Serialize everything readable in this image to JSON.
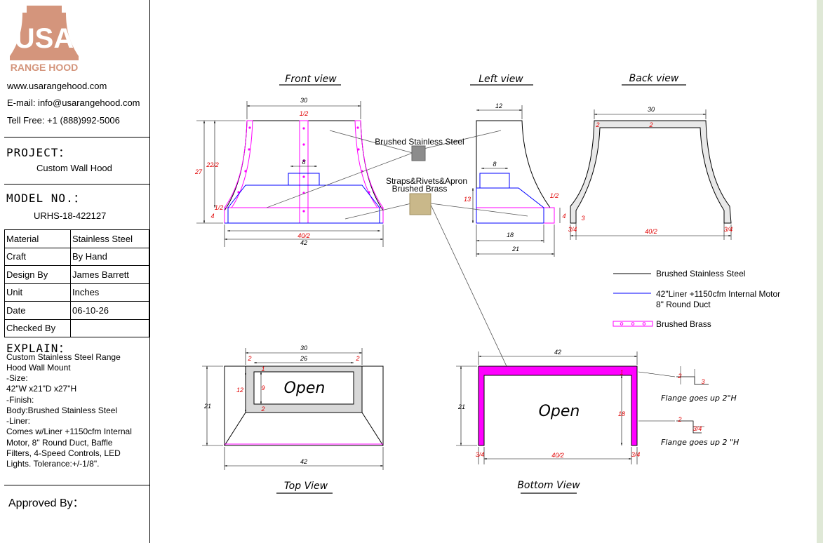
{
  "brand": {
    "logo_text": "USA",
    "logo_subtitle": "RANGE HOOD",
    "website": "www.usarangehood.com",
    "email": "E-mail: info@usarangehood.com",
    "phone": "Tell Free: +1 (888)992-5006",
    "colors": {
      "logo": "#d4957c",
      "magenta": "#ff00ff",
      "blue": "#0000ff",
      "red": "#e00000"
    }
  },
  "project": {
    "label": "PROJECT：",
    "value": "Custom Wall Hood"
  },
  "model": {
    "label": "MODEL NO.：",
    "value": "URHS-18-422127"
  },
  "properties": [
    {
      "label": "Material",
      "value": "Stainless Steel"
    },
    {
      "label": "Craft",
      "value": "By Hand"
    },
    {
      "label": "Design By",
      "value": "James Barrett"
    },
    {
      "label": "Unit",
      "value": "Inches"
    },
    {
      "label": "Date",
      "value": "06-10-26"
    },
    {
      "label": "Checked By",
      "value": ""
    }
  ],
  "explain": {
    "label": "EXPLAIN：",
    "lines": [
      "Custom Stainless Steel Range",
      "Hood Wall Mount",
      "-Size:",
      "42\"W x21\"D x27\"H",
      "-Finish:",
      "Body:Brushed Stainless Steel",
      "-Liner:",
      "Comes w/Liner +1150cfm Internal",
      "Motor, 8\" Round Duct, Baffle",
      "Filters, 4-Speed Controls, LED",
      "Lights. Tolerance:+/-1/8\"."
    ]
  },
  "approved": "Approved By：",
  "views": {
    "front": "Front view",
    "left": "Left view",
    "back": "Back view",
    "top": "Top View",
    "bottom": "Bottom View"
  },
  "callouts": {
    "steel": "Brushed Stainless Steel",
    "brass_line1": "Straps&Rivets&Apron",
    "brass_line2": "Brushed Brass",
    "open": "Open"
  },
  "legend": {
    "steel": "Brushed Stainless Steel",
    "liner_line1": "42\"Liner +1150cfm Internal Motor",
    "liner_line2": "8\" Round Duct",
    "brass": "Brushed Brass"
  },
  "flange": {
    "note1": "Flange goes up 2\"H",
    "note2": "Flange goes up 2 \"H"
  },
  "dims": {
    "d30": "30",
    "d12": "12",
    "d8": "8",
    "d42": "42",
    "d21": "21",
    "d18": "18",
    "d26": "26",
    "d27": "27",
    "d13": "13",
    "d4": "4",
    "d3": "3",
    "d2": "2",
    "d9": "9",
    "d1": "1",
    "d1_2": "1/2",
    "d22_2": "22/2",
    "d40_2": "40/2",
    "d3_4": "3/4"
  }
}
